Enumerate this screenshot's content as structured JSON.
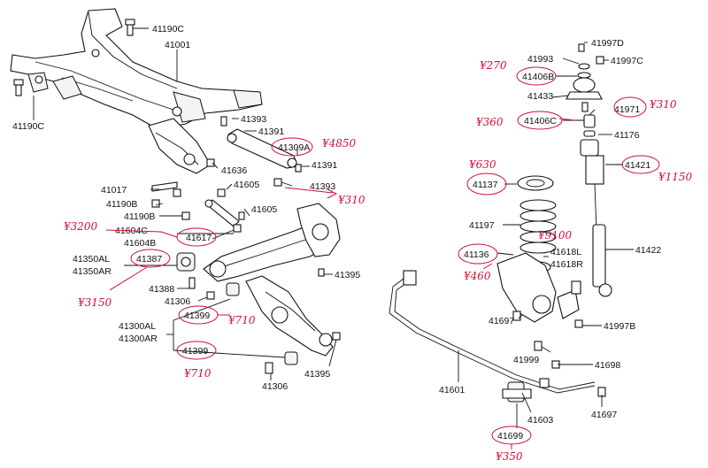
{
  "parts": {
    "p41190c_top": "41190C",
    "p41001": "41001",
    "p41190c_left": "41190C",
    "p41393_a": "41393",
    "p41391_a": "41391",
    "p41309a": "41309A",
    "p41391_b": "41391",
    "p41636": "41636",
    "p41605_a": "41605",
    "p41393_b": "41393",
    "p41017": "41017",
    "p41190b_a": "41190B",
    "p41190b_b": "41190B",
    "p41604c": "41604C",
    "p41617": "41617",
    "p41604b": "41604B",
    "p41605_b": "41605",
    "p41350al": "41350AL",
    "p41387": "41387",
    "p41350ar": "41350AR",
    "p41388": "41388",
    "p41306_a": "41306",
    "p41395_a": "41395",
    "p41399_a": "41399",
    "p41300al": "41300AL",
    "p41300ar": "41300AR",
    "p41399_b": "41399",
    "p41306_b": "41306",
    "p41395_b": "41395",
    "p41997d": "41997D",
    "p41993": "41993",
    "p41997c": "41997C",
    "p41406b": "41406B",
    "p41433": "41433",
    "p41971": "41971",
    "p41406c": "41406C",
    "p41176": "41176",
    "p41421": "41421",
    "p41137": "41137",
    "p41197": "41197",
    "p41422": "41422",
    "p41136": "41136",
    "p41618l": "41618L",
    "p41618r": "41618R",
    "p41697_a": "41697",
    "p41997b": "41997B",
    "p41999": "41999",
    "p41698": "41698",
    "p41601": "41601",
    "p41603": "41603",
    "p41697_b": "41697",
    "p41699": "41699"
  },
  "prices": {
    "p41309a": "¥4850",
    "p41605": "¥310",
    "p41617": "¥3200",
    "p41387": "¥3150",
    "p41399_a": "¥710",
    "p41399_b": "¥710",
    "p41406b": "¥270",
    "p41971": "¥310",
    "p41406c": "¥360",
    "p41421": "¥1150",
    "p41137": "¥630",
    "p41197": "¥9100",
    "p41136": "¥460",
    "p41699": "¥350"
  },
  "colors": {
    "ink": "#111111",
    "annotation": "#cc1133",
    "background": "#ffffff"
  }
}
